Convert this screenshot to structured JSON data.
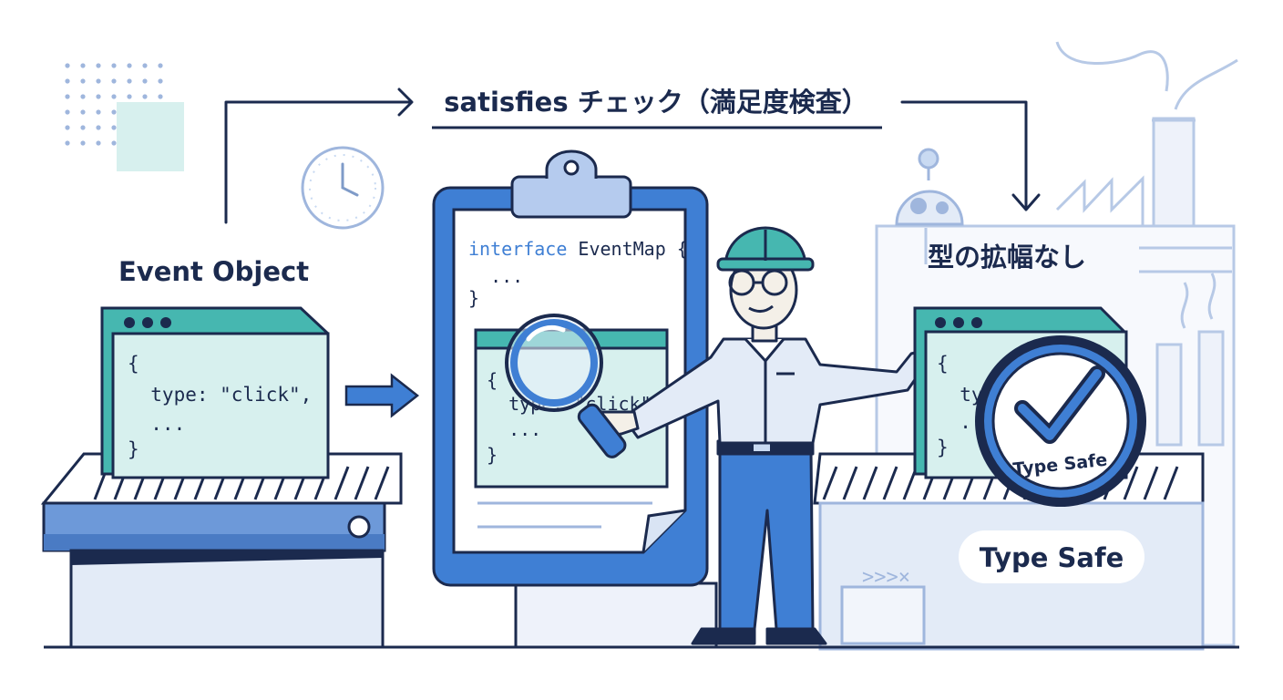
{
  "flow_title": "satisfies チェック（満足度検査）",
  "input": {
    "heading": "Event Object",
    "code_lines": [
      "{",
      "  type: \"click\",",
      "  ...",
      "}"
    ]
  },
  "checker": {
    "code_keyword": "interface",
    "code_name": " EventMap {",
    "code_lines": [
      "  ...",
      "}"
    ],
    "inner_code_lines": [
      "{",
      "  type: \"click\"",
      "  ...",
      "}"
    ]
  },
  "output": {
    "heading": "型の拡幅なし",
    "code_lines": [
      "{",
      "  ty",
      "  ...",
      "}"
    ],
    "seal_text": "Type Safe",
    "badge_label": "Type Safe"
  },
  "colors": {
    "navy": "#1b2a4e",
    "blue": "#3f7fd4",
    "teal": "#46b7b0",
    "mint": "#d7f0ee",
    "light_blue": "#c9daf2",
    "pale": "#eef2fa"
  },
  "icons": [
    "clock-icon",
    "magnifier-icon",
    "checkmark-icon",
    "robot-icon",
    "factory-icon"
  ]
}
